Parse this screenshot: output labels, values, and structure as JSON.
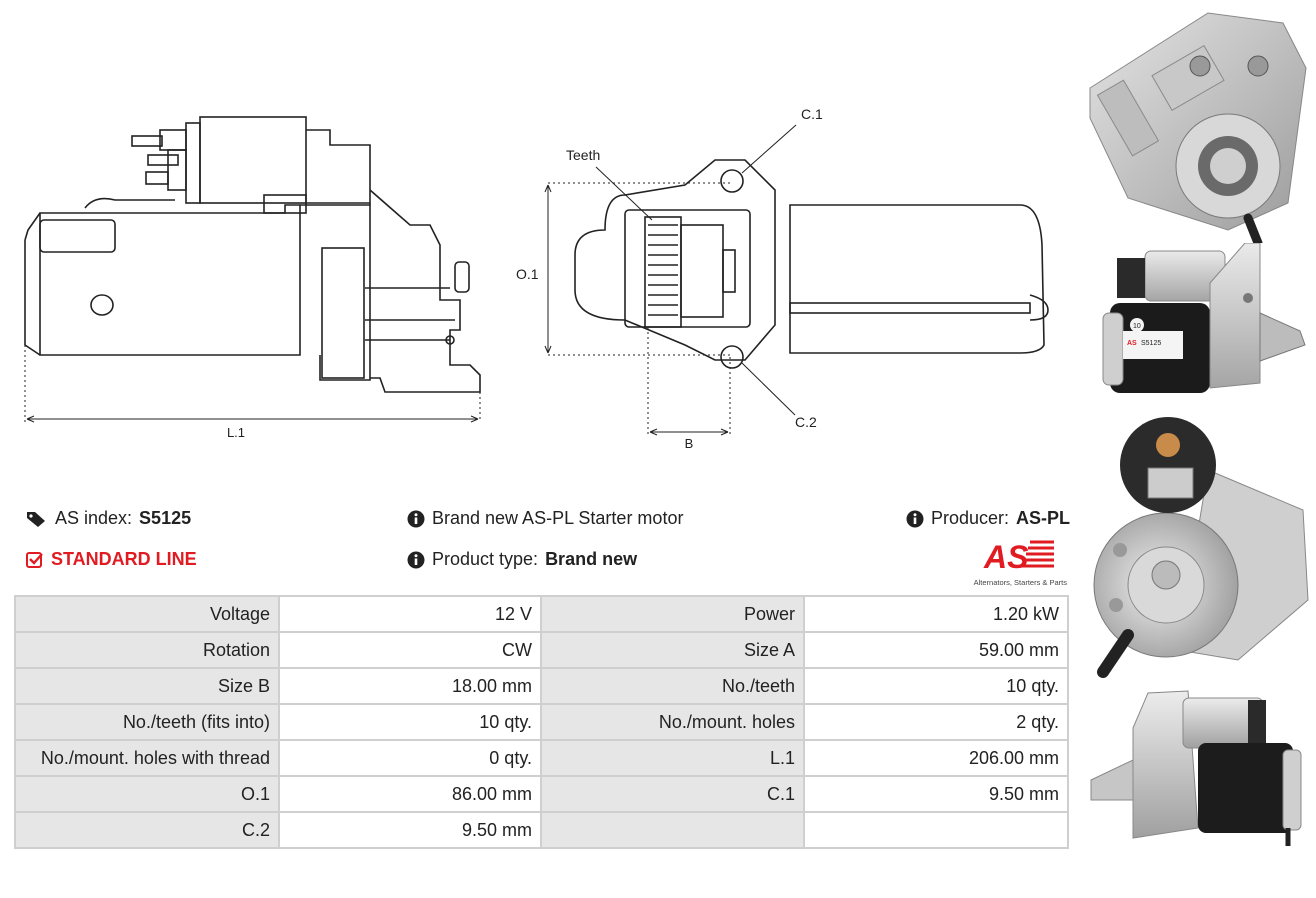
{
  "drawing": {
    "label_l1": "L.1",
    "label_teeth": "Teeth",
    "label_c1": "C.1",
    "label_c2": "C.2",
    "label_o1": "O.1",
    "label_b": "B",
    "plate_number": "10",
    "plate_code": "S5125"
  },
  "info": {
    "as_index_label": "AS index:",
    "as_index_value": "S5125",
    "standard_line": "STANDARD LINE",
    "description": "Brand new AS-PL Starter motor",
    "product_type_label": "Product type:",
    "product_type_value": "Brand new",
    "producer_label": "Producer:",
    "producer_value": "AS-PL",
    "logo_text": "AS",
    "logo_tagline": "Alternators, Starters & Parts"
  },
  "specs": [
    {
      "l1": "Voltage",
      "v1": "12 V",
      "l2": "Power",
      "v2": "1.20 kW"
    },
    {
      "l1": "Rotation",
      "v1": "CW",
      "l2": "Size A",
      "v2": "59.00 mm"
    },
    {
      "l1": "Size B",
      "v1": "18.00 mm",
      "l2": "No./teeth",
      "v2": "10 qty."
    },
    {
      "l1": "No./teeth (fits into)",
      "v1": "10 qty.",
      "l2": "No./mount. holes",
      "v2": "2 qty."
    },
    {
      "l1": "No./mount. holes with thread",
      "v1": "0 qty.",
      "l2": "L.1",
      "v2": "206.00 mm"
    },
    {
      "l1": "O.1",
      "v1": "86.00 mm",
      "l2": "C.1",
      "v2": "9.50 mm"
    },
    {
      "l1": "C.2",
      "v1": "9.50 mm",
      "l2": "",
      "v2": ""
    }
  ],
  "colors": {
    "accent": "#e11b22",
    "label_bg": "#e6e6e6",
    "border": "#cfcfcf"
  }
}
